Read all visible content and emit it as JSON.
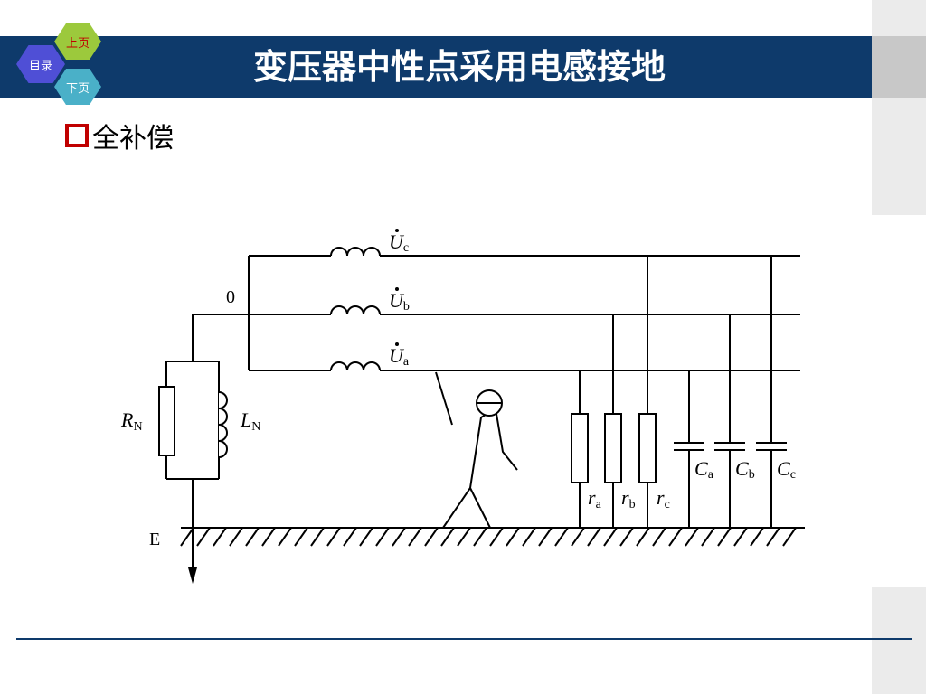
{
  "nav": {
    "toc": "目录",
    "prev": "上页",
    "next": "下页"
  },
  "header": {
    "title": "变压器中性点采用电感接地"
  },
  "section": {
    "bullet_text": "全补偿"
  },
  "diagram": {
    "neutral_label": "0",
    "earth_label": "E",
    "phase_c": {
      "main": "U",
      "sub": "c"
    },
    "phase_b": {
      "main": "U",
      "sub": "b"
    },
    "phase_a": {
      "main": "U",
      "sub": "a"
    },
    "resistor_neutral": {
      "main": "R",
      "sub": "N"
    },
    "inductor_neutral": {
      "main": "L",
      "sub": "N"
    },
    "leak_a": {
      "main": "r",
      "sub": "a"
    },
    "leak_b": {
      "main": "r",
      "sub": "b"
    },
    "leak_c": {
      "main": "r",
      "sub": "c"
    },
    "cap_a": {
      "main": "C",
      "sub": "a"
    },
    "cap_b": {
      "main": "C",
      "sub": "b"
    },
    "cap_c": {
      "main": "C",
      "sub": "c"
    }
  },
  "colors": {
    "header_bg": "#0e3a6b",
    "bullet": "#c00000"
  }
}
